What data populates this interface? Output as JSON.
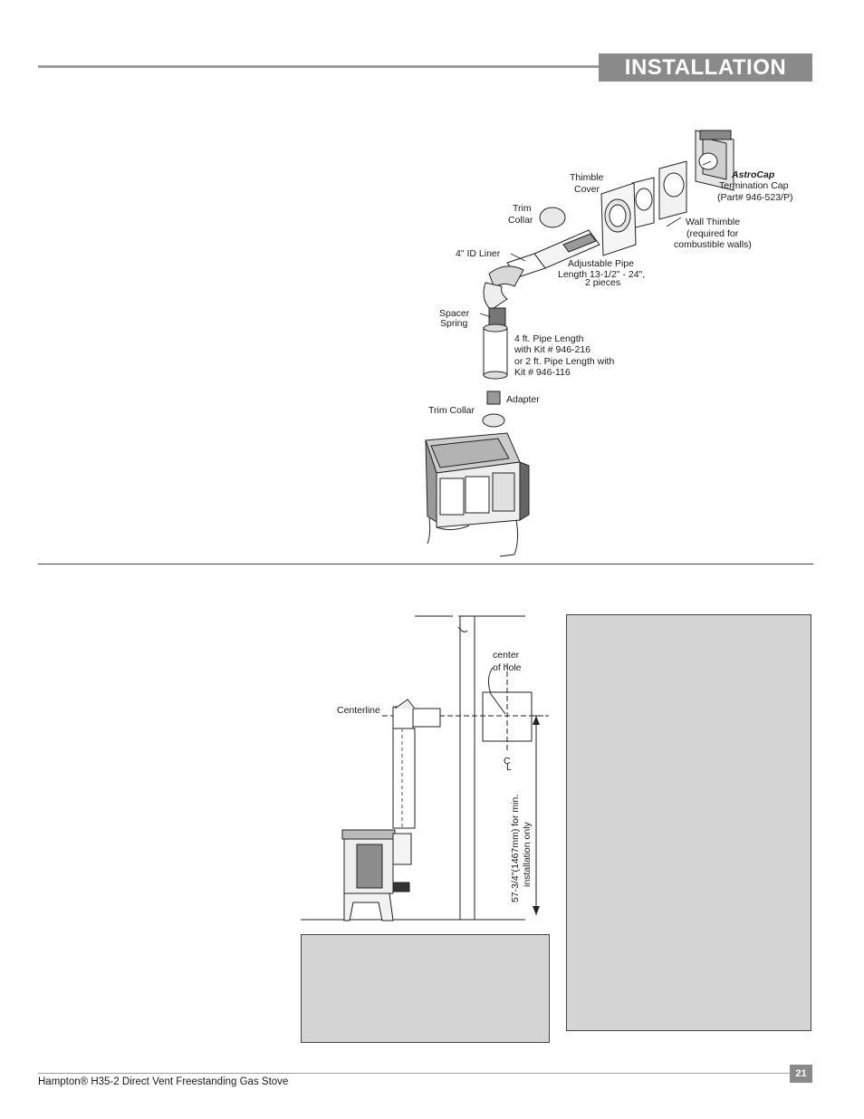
{
  "header": {
    "section_title": "INSTALLATION"
  },
  "diagram1": {
    "labels": {
      "astrocap": "AstroCap",
      "termination_cap": "Termination Cap",
      "part_number": "(Part# 946-523/P)",
      "thimble_cover_1": "Thimble",
      "thimble_cover_2": "Cover",
      "trim_collar_top_1": "Trim",
      "trim_collar_top_2": "Collar",
      "wall_thimble_1": "Wall Thimble",
      "wall_thimble_2": "(required for",
      "wall_thimble_3": "combustible walls)",
      "id_liner": "4\" ID Liner",
      "adjustable_pipe_1": "Adjustable Pipe",
      "adjustable_pipe_2": "Length 13-1/2\" - 24\",",
      "adjustable_pipe_3": "2 pieces",
      "spacer_spring_1": "Spacer",
      "spacer_spring_2": "Spring",
      "pipe_length_1": "4 ft. Pipe Length",
      "pipe_length_2": "with Kit # 946-216",
      "pipe_length_3": "or 2 ft. Pipe Length with",
      "pipe_length_4": "Kit # 946-116",
      "adapter": "Adapter",
      "trim_collar_bottom": "Trim Collar"
    }
  },
  "diagram2": {
    "labels": {
      "center_of_hole_1": "center",
      "center_of_hole_2": "of hole",
      "centerline": "Centerline",
      "cl_symbol": "C",
      "cl_symbol_sub": "L",
      "dimension_1": "57-3/4\"(1467mm) for min.",
      "dimension_2": "installation only"
    }
  },
  "footer": {
    "product_name": "Hampton® H35-2 Direct Vent Freestanding Gas Stove",
    "page_number": "21"
  }
}
